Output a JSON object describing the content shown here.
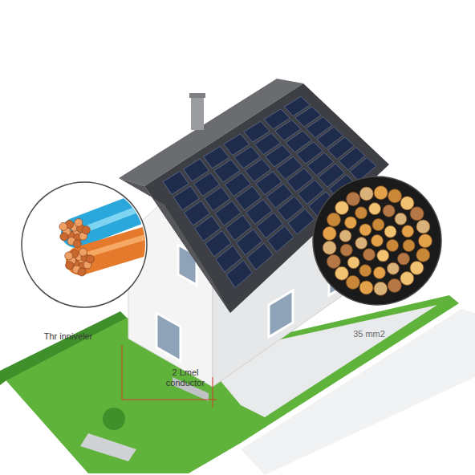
{
  "diagram": {
    "labels": [
      "Thr inniveler",
      "2 Lmel conductor",
      "35 mm2"
    ]
  }
}
